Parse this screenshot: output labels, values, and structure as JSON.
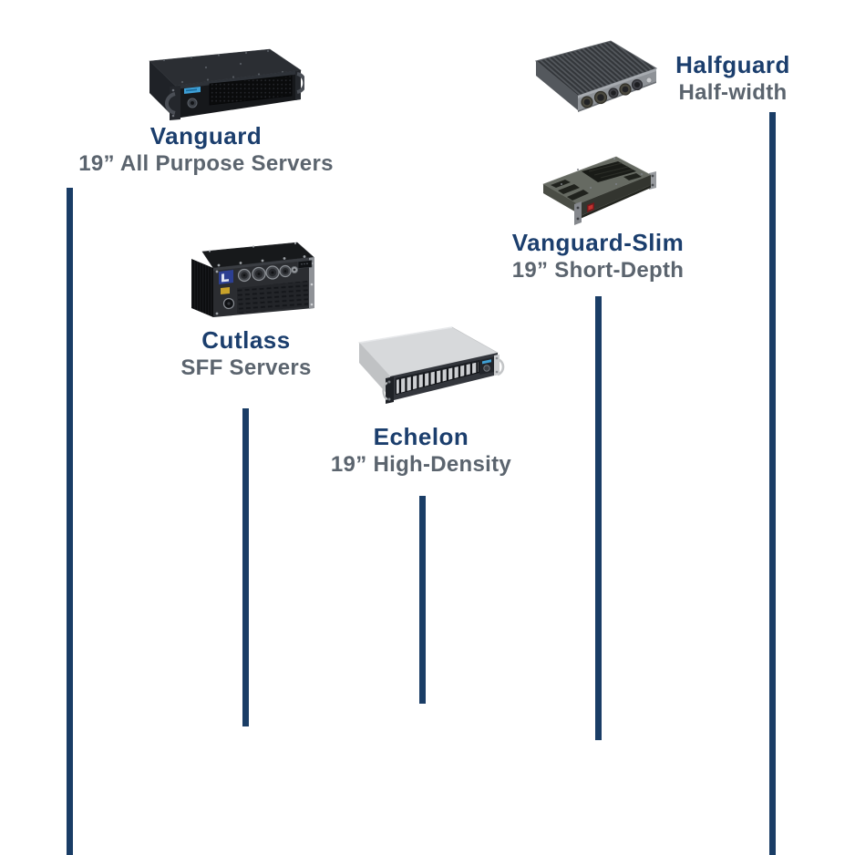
{
  "page": {
    "background": "#ffffff",
    "description": "Rugged rackmount server product family diagram with five products and vertical depth lines"
  },
  "colors": {
    "title_navy": "#1b3e6d",
    "subtitle_gray": "#5b646e",
    "line_navy": "#1a3d66"
  },
  "products": [
    {
      "id": "vanguard",
      "name": "Vanguard",
      "subtitle": "19” All Purpose Servers",
      "image_alt": "black 2U 19-inch rackmount server with front handles and hex mesh vent"
    },
    {
      "id": "halfguard",
      "name": "Halfguard",
      "subtitle": "Half-width",
      "image_alt": "gray half-width chassis with finned heatsink top and circular MIL connectors"
    },
    {
      "id": "vanguard-slim",
      "name": "Vanguard-Slim",
      "subtitle": "19” Short-Depth",
      "image_alt": "1U short-depth rackmount unit with perforated top vents and red power switch"
    },
    {
      "id": "cutlass",
      "name": "Cutlass",
      "subtitle": "SFF Servers",
      "image_alt": "black small-form-factor rugged server with circular MIL connectors and side fins"
    },
    {
      "id": "echelon",
      "name": "Echelon",
      "subtitle": "19” High-Density",
      "image_alt": "silver 2U high-density rackmount server with a row of removable front modules"
    }
  ]
}
